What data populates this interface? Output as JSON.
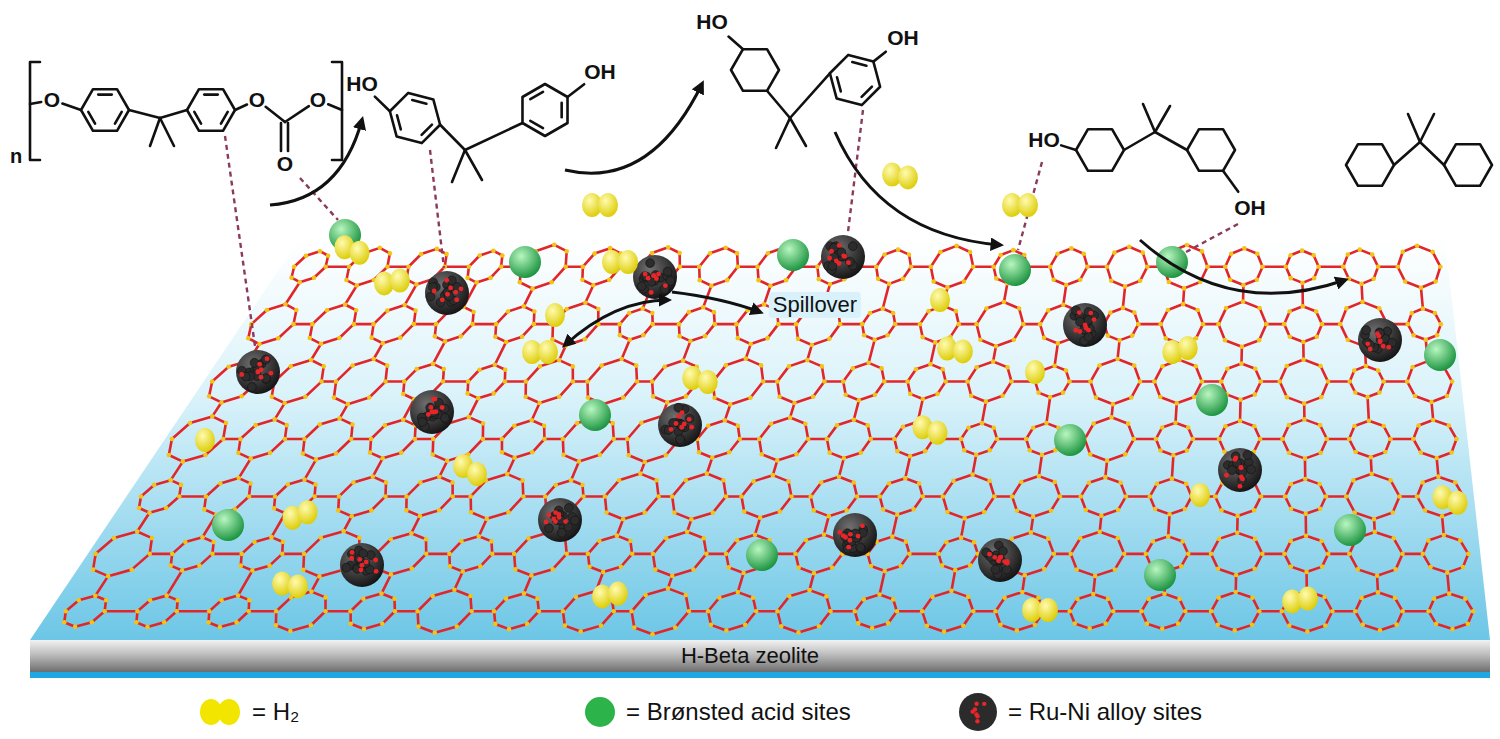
{
  "diagram": {
    "labels": [
      "n",
      "O",
      "O",
      "O",
      "O",
      "HO",
      "OH",
      "HO",
      "OH",
      "HO",
      "OH",
      "Spillover",
      "H-Beta zeolite"
    ],
    "legend": [
      {
        "text": "= H₂",
        "color": "#f2e600"
      },
      {
        "text": "= Brønsted acid sites",
        "color": "#2cb34a"
      },
      {
        "text": "= Ru-Ni alloy sites",
        "color": "#2b2b2b"
      }
    ]
  }
}
